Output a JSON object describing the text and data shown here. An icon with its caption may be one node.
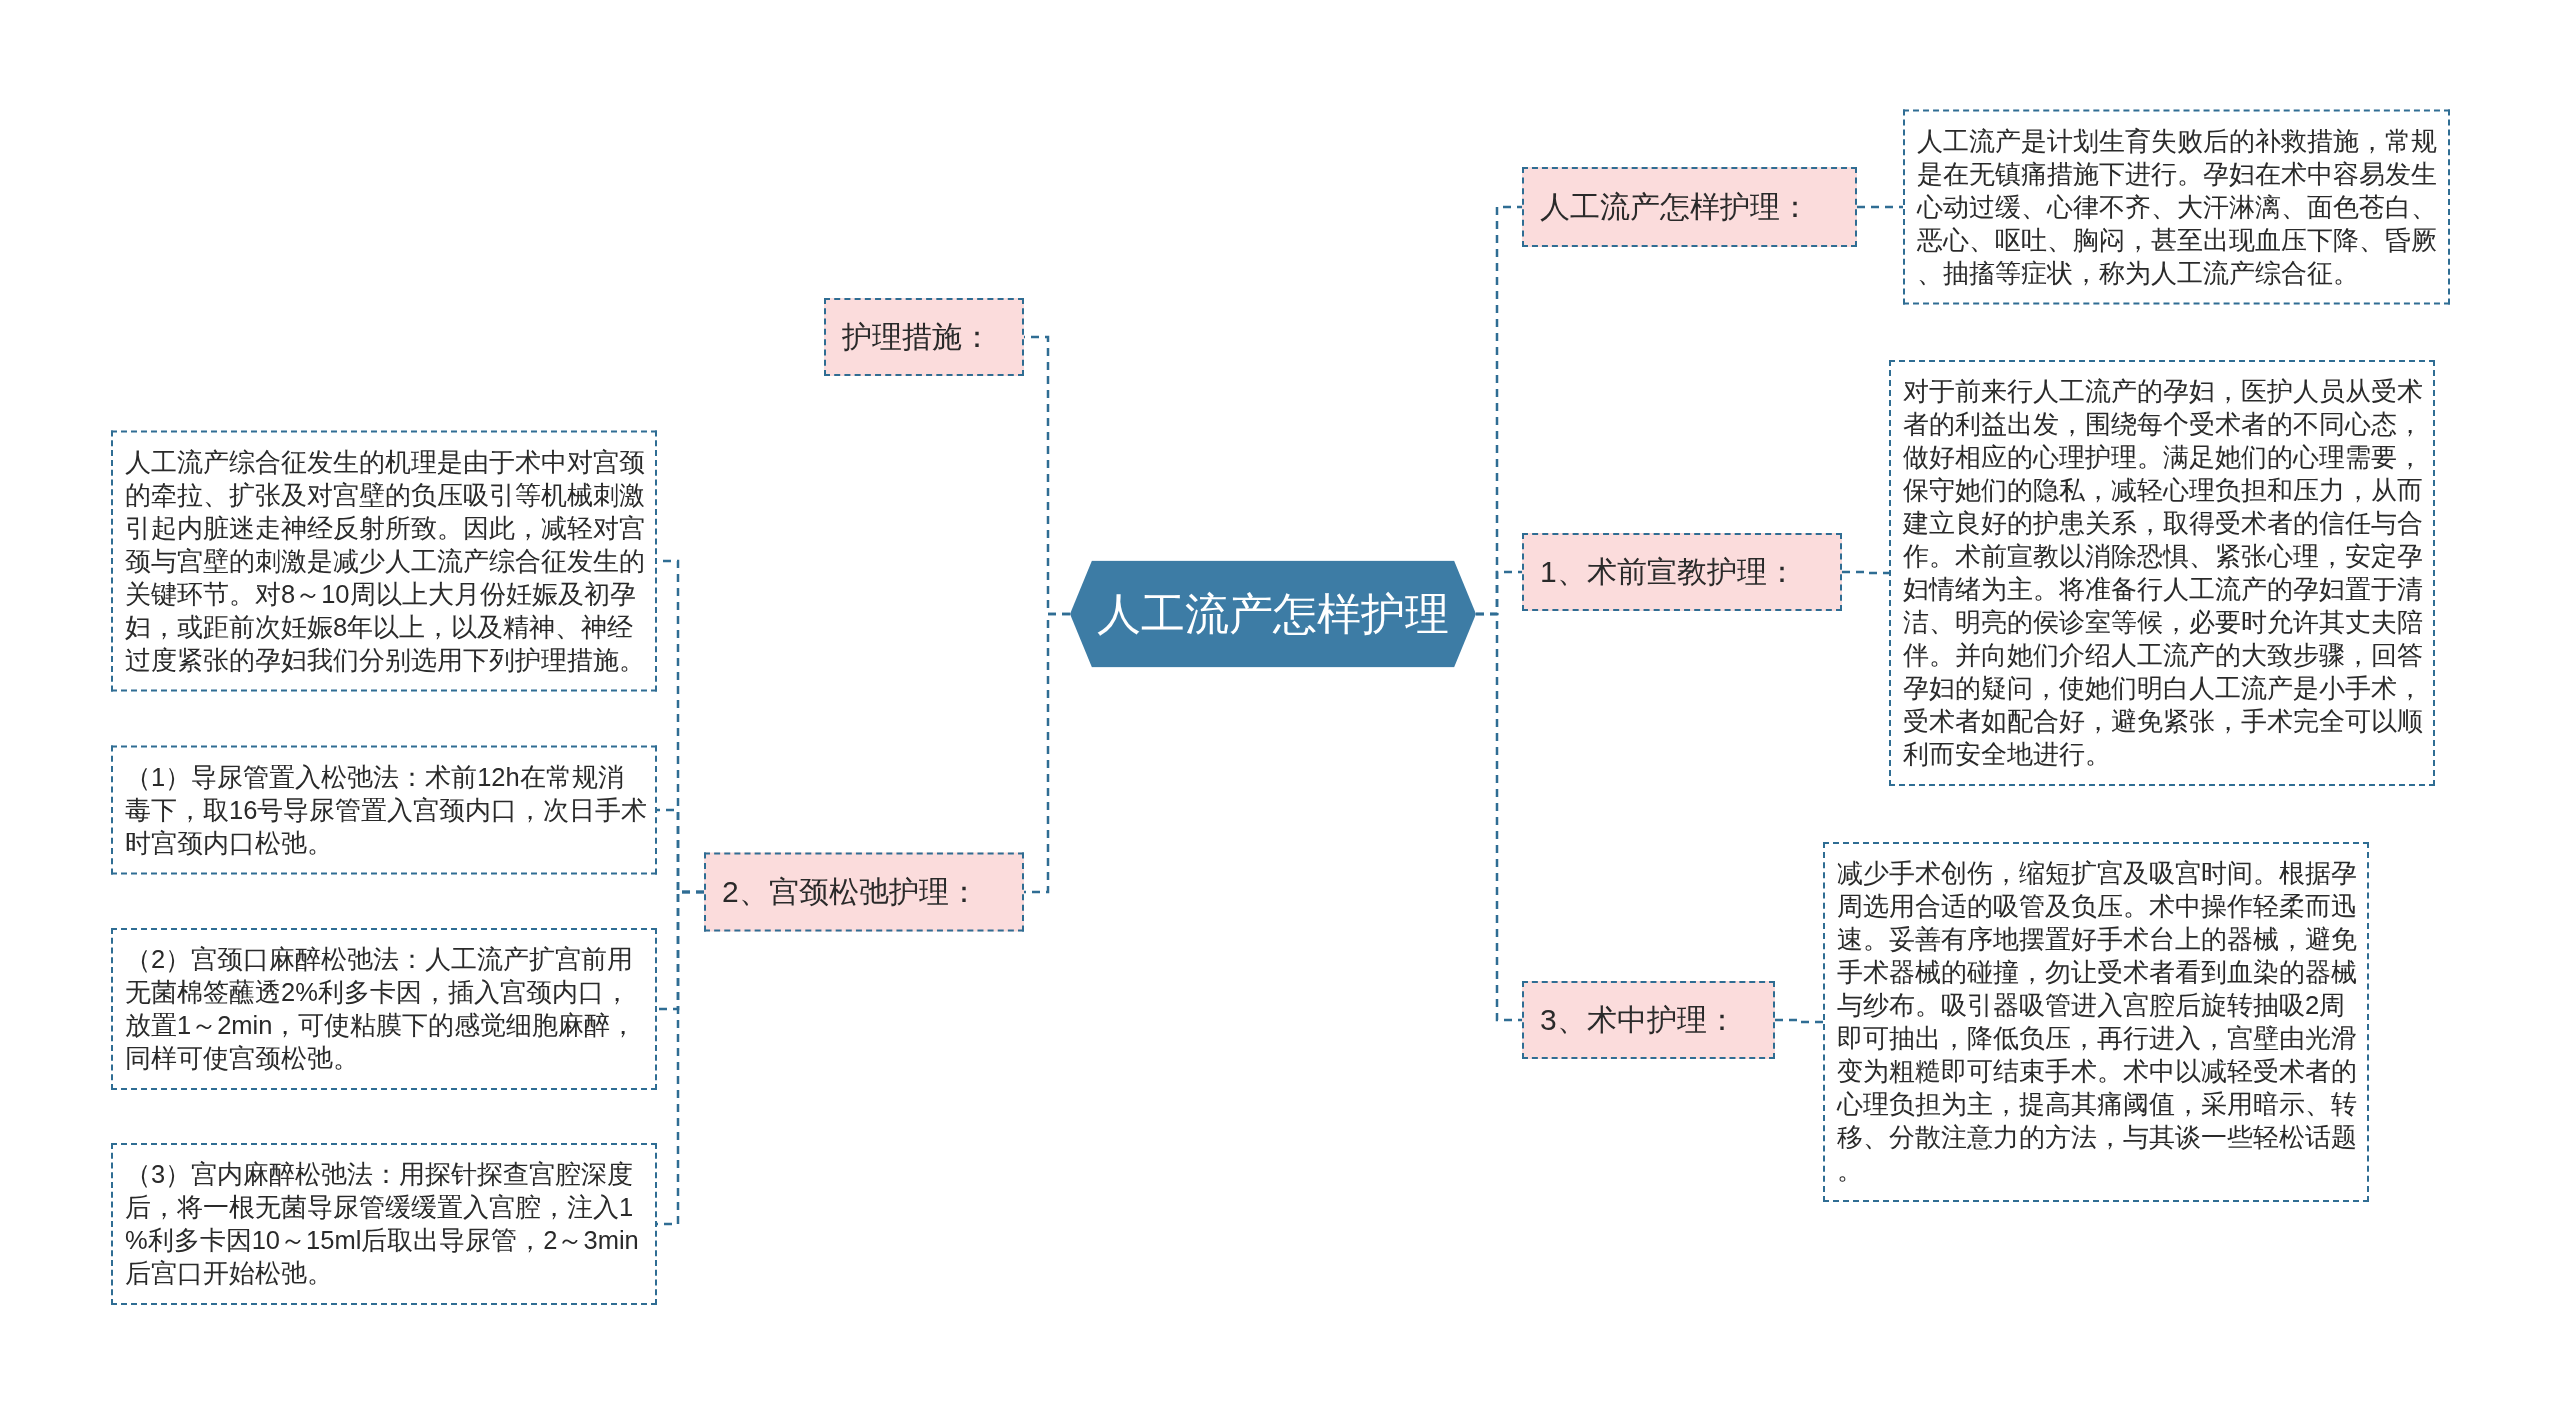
{
  "diagram": {
    "nodes": [
      {
        "text": [
          "人工流产怎样护理"
        ]
      },
      {
        "text": [
          "护理措施："
        ]
      },
      {
        "text": [
          "2、宫颈松弛护理："
        ]
      },
      {
        "text": [
          "人工流产综合征发生的机理是由于术中对宫颈的牵拉、扩张及对宫壁的负压吸引等机械刺激引起内脏迷走神经反射所致。因此，减轻对宫颈与宫壁的刺激是减少人工流产综合征发生的关键环节。对8～10周以上大月份妊娠及初孕妇，或距前次妊娠8年以上，以及精神、神经过度紧张的孕妇我们分别选用下列护理措施。"
        ]
      },
      {
        "text": [
          "（1）导尿管置入松弛法：术前12h在常规消毒下，取16号导尿管置入宫颈内口，次日手术时宫颈内口松弛。"
        ]
      },
      {
        "text": [
          "（2）宫颈口麻醉松弛法：人工流产扩宫前用无菌棉签蘸透2%利多卡因，插入宫颈内口，放置1～2min，可使粘膜下的感觉细胞麻醉，同样可使宫颈松弛。"
        ]
      },
      {
        "text": [
          "（3）宫内麻醉松弛法：用探针探查宫腔深度后，将一根无菌导尿管缓缓置入宫腔，注入1%利多卡因10～15ml后取出导尿管，2～3min后宫口开始松弛。"
        ]
      },
      {
        "text": [
          "人工流产怎样护理："
        ]
      },
      {
        "text": [
          "人工流产是计划生育失败后的补救措施，常规是在无镇痛措施下进行。孕妇在术中容易发生心动过缓、心律不齐、大汗淋漓、面色苍白、恶心、呕吐、胸闷，甚至出现血压下降、昏厥、抽搐等症状，称为人工流产综合征。"
        ]
      },
      {
        "text": [
          "1、术前宣教护理："
        ]
      },
      {
        "text": [
          "对于前来行人工流产的孕妇，医护人员从受术者的利益出发，围绕每个受术者的不同心态，做好相应的心理护理。满足她们的心理需要，保守她们的隐私，减轻心理负担和压力，从而建立良好的护患关系，取得受术者的信任与合作。术前宣教以消除恐惧、紧张心理，安定孕妇情绪为主。将准备行人工流产的孕妇置于清洁、明亮的侯诊室等候，必要时允许其丈夫陪伴。并向她们介绍人工流产的大致步骤，回答孕妇的疑问，使她们明白人工流产是小手术，受术者如配合好，避免紧张，手术完全可以顺利而安全地进行。"
        ]
      },
      {
        "text": [
          "3、术中护理："
        ]
      },
      {
        "text": [
          "减少手术创伤，缩短扩宫及吸宫时间。根据孕周选用合适的吸管及负压。术中操作轻柔而迅速。妥善有序地摆置好手术台上的器械，避免手术器械的碰撞，勿让受术者看到血染的器械与纱布。吸引器吸管进入宫腔后旋转抽吸2周即可抽出，降低负压，再行进入，宫壁由光滑变为粗糙即可结束手术。术中以减轻受术者的心理负担为主，提高其痛阈值，采用暗示、转移、分散注意力的方法，与其谈一些轻松话题。"
        ]
      }
    ],
    "edges": [
      {
        "from": 0,
        "to": 1,
        "arrow": "none"
      },
      {
        "from": 0,
        "to": 2,
        "arrow": "none"
      },
      {
        "from": 2,
        "to": 3,
        "arrow": "none"
      },
      {
        "from": 2,
        "to": 4,
        "arrow": "none"
      },
      {
        "from": 2,
        "to": 5,
        "arrow": "none"
      },
      {
        "from": 2,
        "to": 6,
        "arrow": "none"
      },
      {
        "from": 0,
        "to": 7,
        "arrow": "none"
      },
      {
        "from": 7,
        "to": 8,
        "arrow": "none"
      },
      {
        "from": 0,
        "to": 9,
        "arrow": "none"
      },
      {
        "from": 9,
        "to": 10,
        "arrow": "none"
      },
      {
        "from": 0,
        "to": 11,
        "arrow": "none"
      },
      {
        "from": 11,
        "to": 12,
        "arrow": "none"
      }
    ]
  }
}
